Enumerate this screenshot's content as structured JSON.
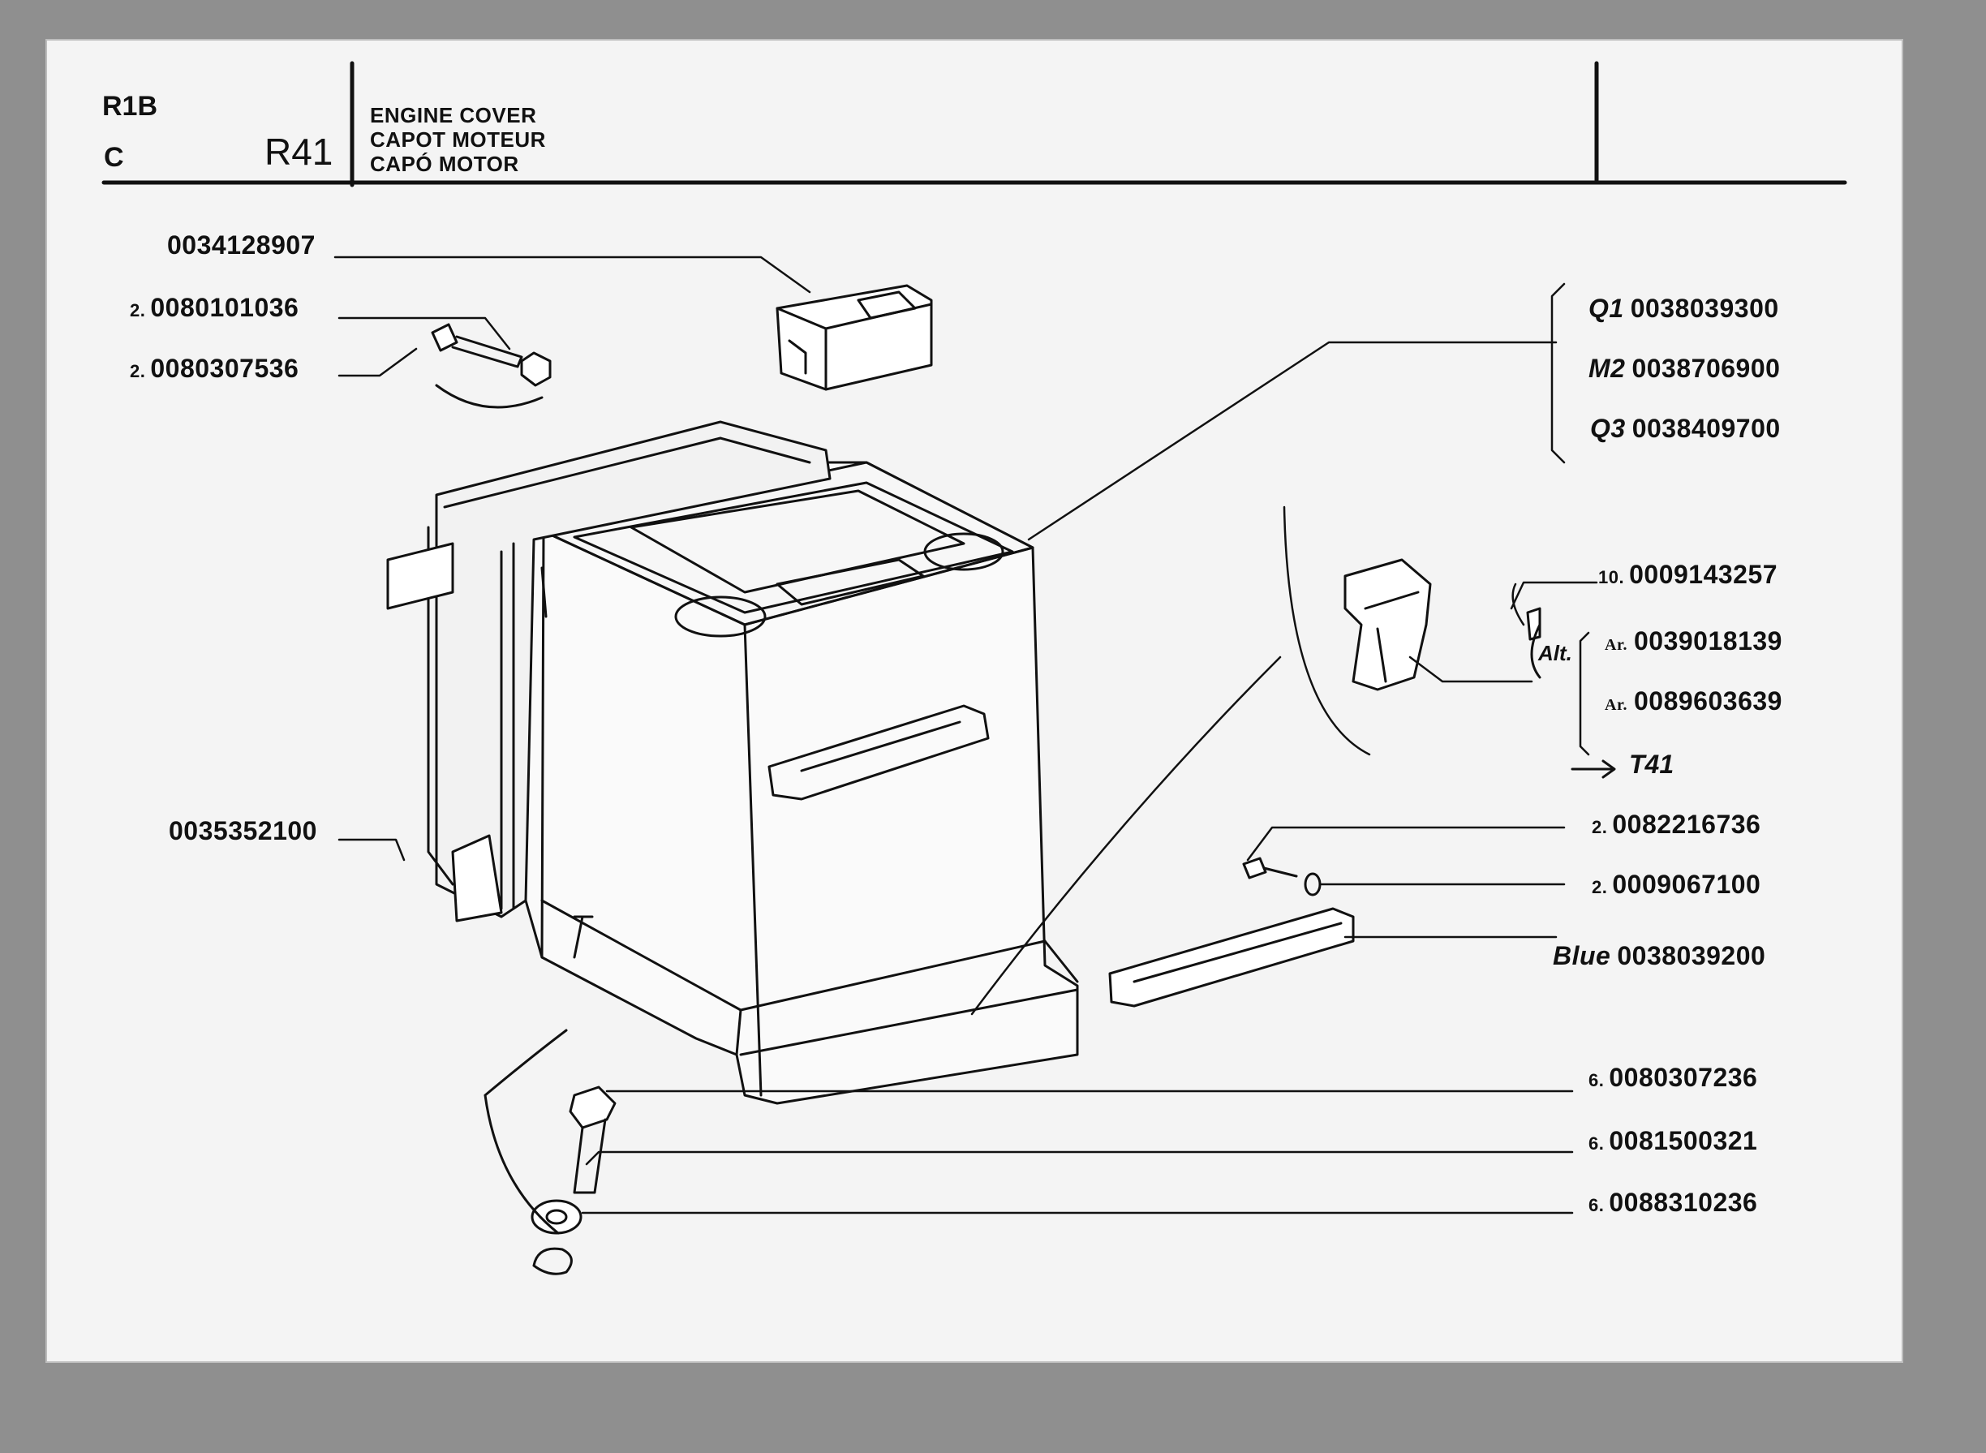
{
  "header": {
    "model": "R1B",
    "section_letter": "C",
    "page_code": "R41",
    "title_en": "ENGINE COVER",
    "title_fr": "CAPOT MOTEUR",
    "title_es": "CAPÓ MOTOR"
  },
  "callouts": {
    "p1": {
      "qty": "",
      "code": "0034128907"
    },
    "p2": {
      "qty": "2.",
      "code": "0080101036"
    },
    "p3": {
      "qty": "2.",
      "code": "0080307536"
    },
    "p4": {
      "qty": "",
      "code": "0035352100"
    },
    "p5": {
      "prefix": "Q1",
      "code": "0038039300"
    },
    "p6": {
      "prefix": "M2",
      "code": "0038706900"
    },
    "p7": {
      "prefix": "Q3",
      "code": "0038409700"
    },
    "p8": {
      "qty": "10.",
      "code": "0009143257"
    },
    "alt_label": "Alt.",
    "p9": {
      "prefix": "Ar.",
      "code": "0039018139"
    },
    "p10": {
      "prefix": "Ar.",
      "code": "0089603639"
    },
    "ref": {
      "label": "T41"
    },
    "p11": {
      "qty": "2.",
      "code": "0082216736"
    },
    "p12": {
      "qty": "2.",
      "code": "0009067100"
    },
    "p13": {
      "prefix": "Blue",
      "code": "0038039200"
    },
    "p14": {
      "qty": "6.",
      "code": "0080307236"
    },
    "p15": {
      "qty": "6.",
      "code": "0081500321"
    },
    "p16": {
      "qty": "6.",
      "code": "0088310236"
    }
  }
}
